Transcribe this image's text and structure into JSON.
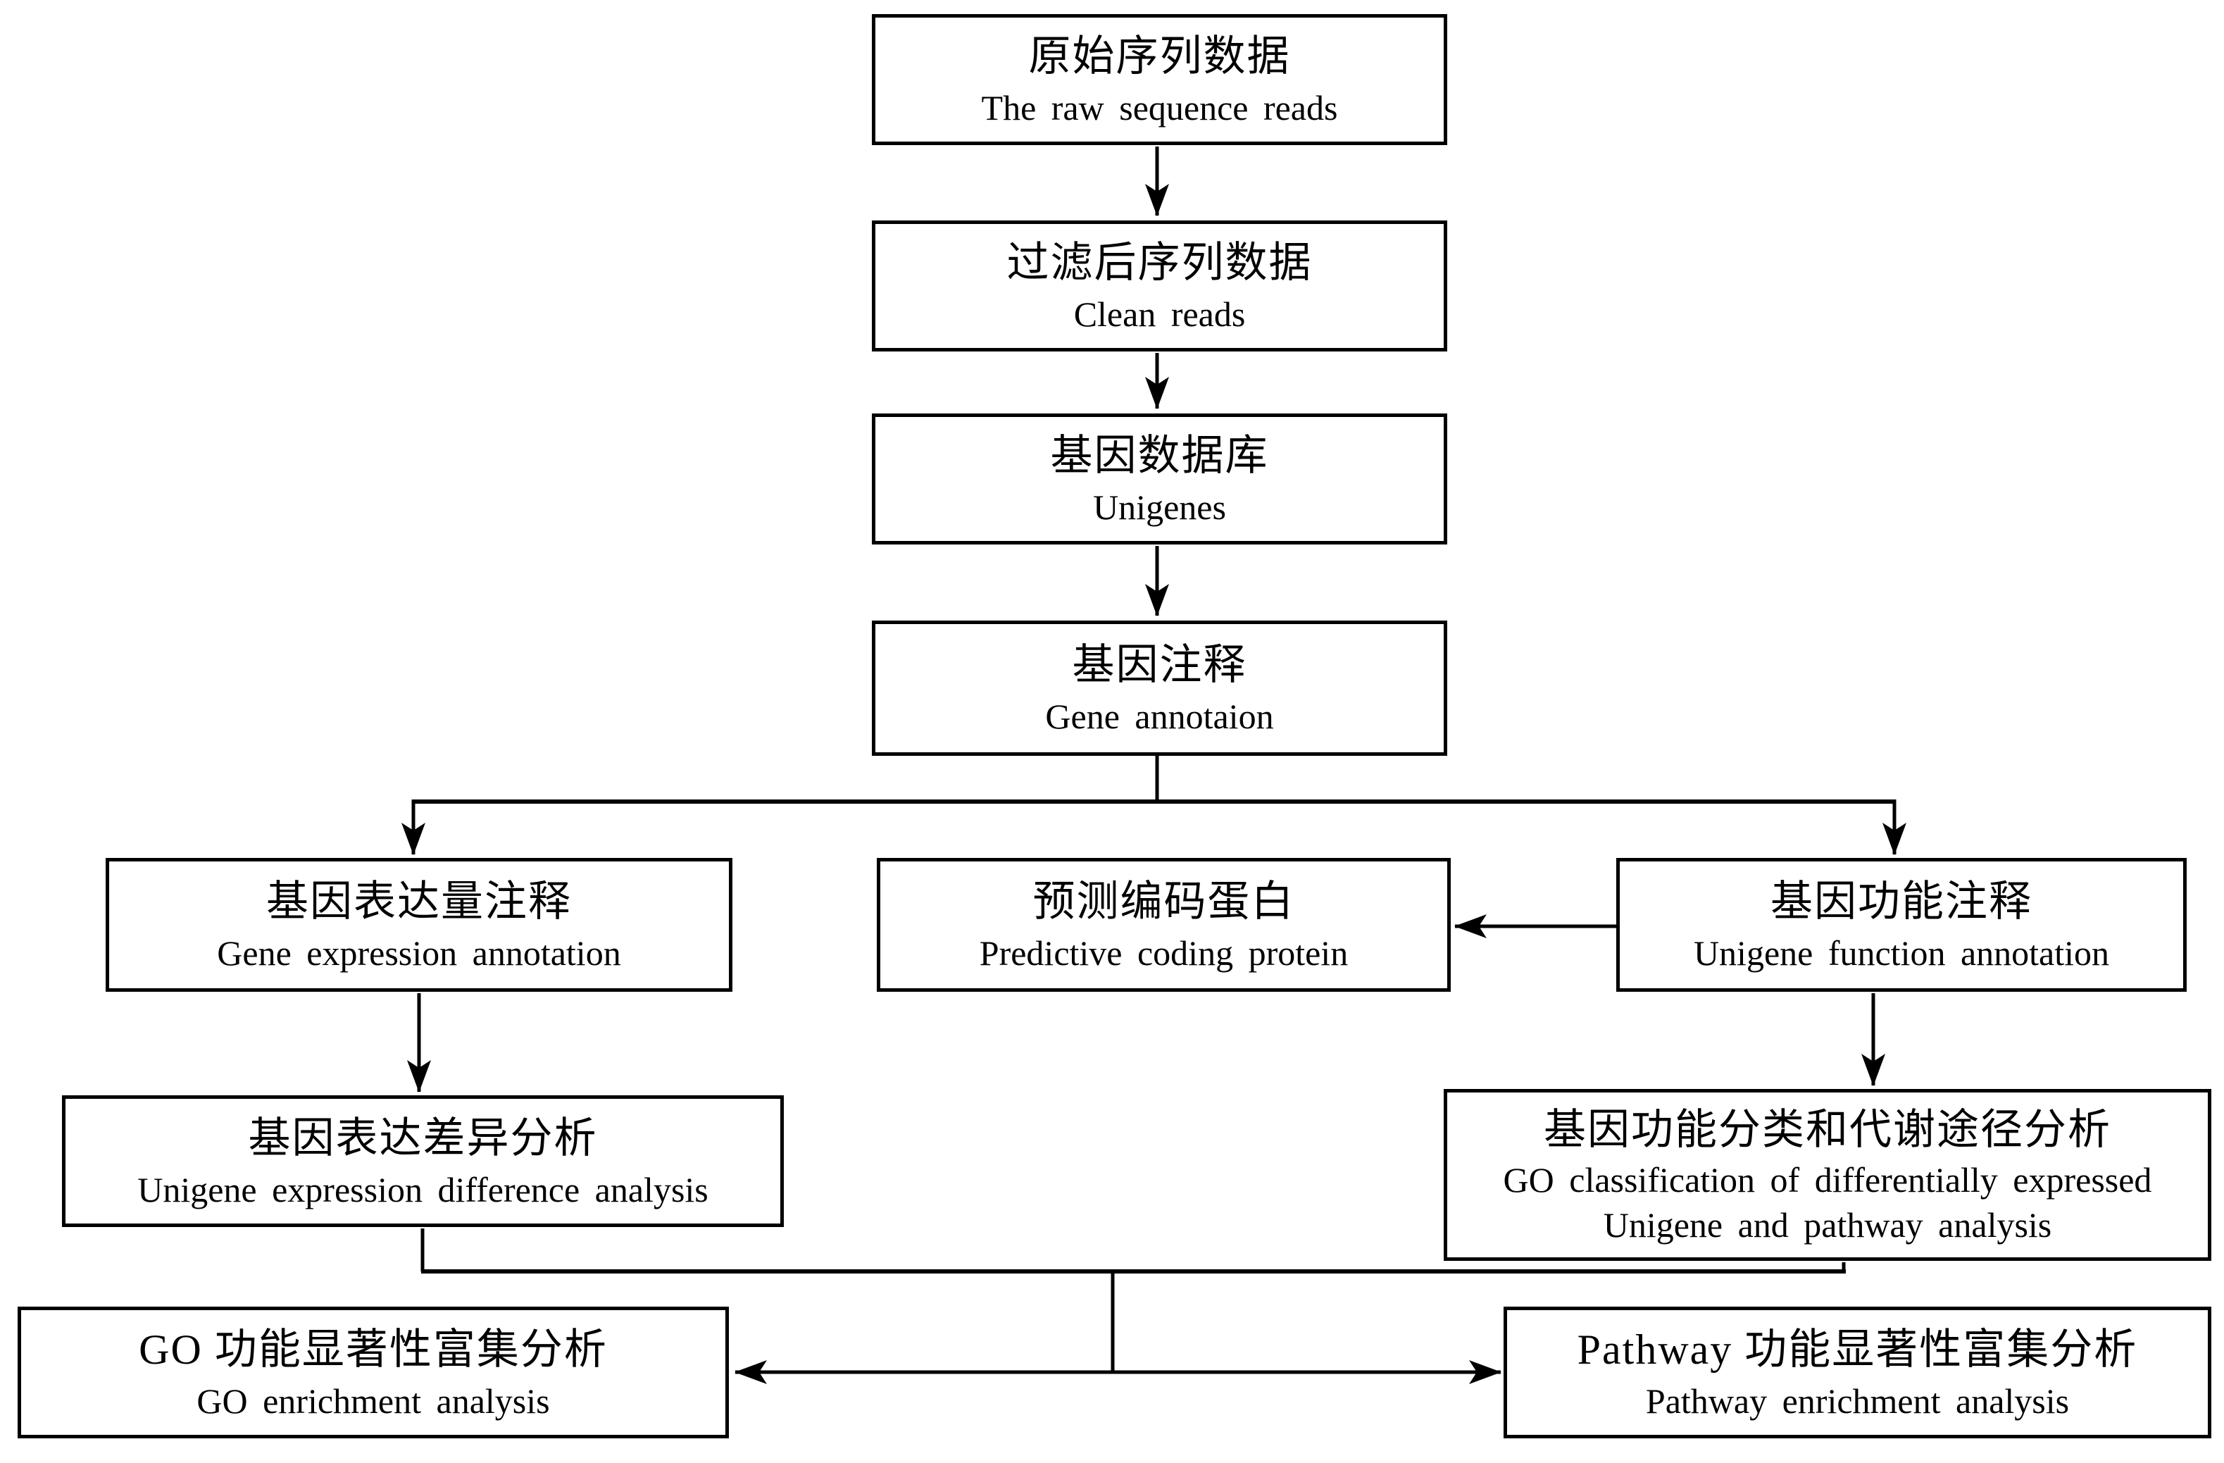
{
  "page": {
    "background_color": "#ffffff",
    "line_color": "#000000",
    "text_color": "#000000"
  },
  "boxes": [
    {
      "id": "raw-reads",
      "zh": "原始序列数据",
      "en": "The raw sequence reads"
    },
    {
      "id": "clean-reads",
      "zh": "过滤后序列数据",
      "en": "Clean reads"
    },
    {
      "id": "unigenes",
      "zh": "基因数据库",
      "en": "Unigenes"
    },
    {
      "id": "gene-annotation",
      "zh": "基因注释",
      "en": "Gene annotaion"
    },
    {
      "id": "gene-expression-annotation",
      "zh": "基因表达量注释",
      "en": "Gene expression annotation"
    },
    {
      "id": "predictive-coding-protein",
      "zh": "预测编码蛋白",
      "en": "Predictive coding protein"
    },
    {
      "id": "unigene-function-annotation",
      "zh": "基因功能注释",
      "en": "Unigene function annotation"
    },
    {
      "id": "unigene-expression-difference-analysis",
      "zh": "基因表达差异分析",
      "en": "Unigene expression difference analysis"
    },
    {
      "id": "go-classification-pathway-analysis",
      "zh": "基因功能分类和代谢途径分析",
      "en": "GO classification of differentially expressed",
      "en2": "Unigene and pathway analysis"
    },
    {
      "id": "go-enrichment-analysis",
      "zh": "GO 功能显著性富集分析",
      "en": "GO enrichment analysis"
    },
    {
      "id": "pathway-enrichment-analysis",
      "zh": "Pathway 功能显著性富集分析",
      "en": "Pathway enrichment analysis"
    }
  ]
}
